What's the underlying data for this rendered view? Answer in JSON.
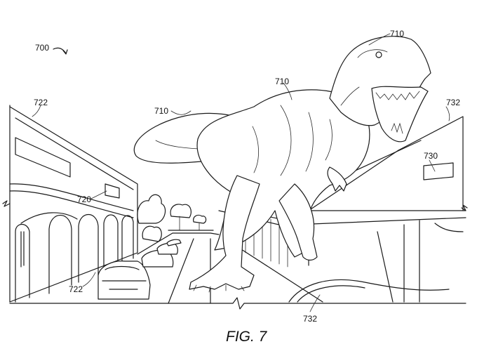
{
  "figure": {
    "caption": "FIG. 7",
    "reference_numerals": {
      "scene": "700",
      "dino_head": "710",
      "dino_body": "710",
      "dino_tail": "710",
      "building_left_top": "722",
      "building_left_bottom": "722",
      "left_sign": "720",
      "right_building": "732",
      "right_sign": "730",
      "road_bottom": "732"
    }
  }
}
